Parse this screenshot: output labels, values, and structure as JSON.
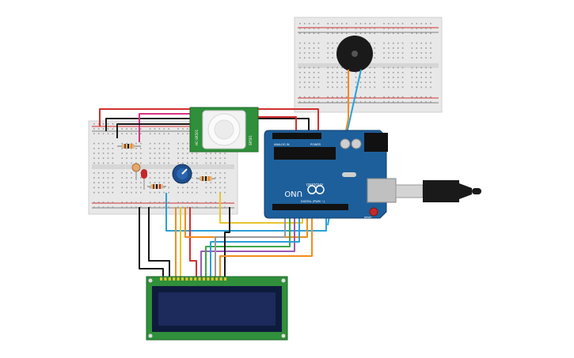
{
  "arduino": {
    "brand": "ARDUINO",
    "model": "UNO",
    "header_analog": "ANALOG IN",
    "header_power": "POWER",
    "header_digital": "DIGITAL (PWM ~)",
    "reset_label": "RESET"
  },
  "pir_sensor": {
    "label_left": "HC-SR501",
    "label_right": "SR501"
  },
  "lcd": {
    "pin_count": 16
  },
  "colors": {
    "wire_red": "#d32f2f",
    "wire_black": "#1a1a1a",
    "wire_orange": "#f28c1f",
    "wire_blue": "#2aa0d8",
    "wire_yellow": "#e7c52c",
    "wire_green": "#3aa845",
    "wire_purple": "#9b59b6",
    "wire_pink": "#d63384",
    "wire_gray": "#999999",
    "arduino_blue": "#1d5f9b",
    "pcb_green": "#2f8f3a",
    "lcd_screen": "#1c2a5c",
    "breadboard": "#e8e8e8"
  }
}
